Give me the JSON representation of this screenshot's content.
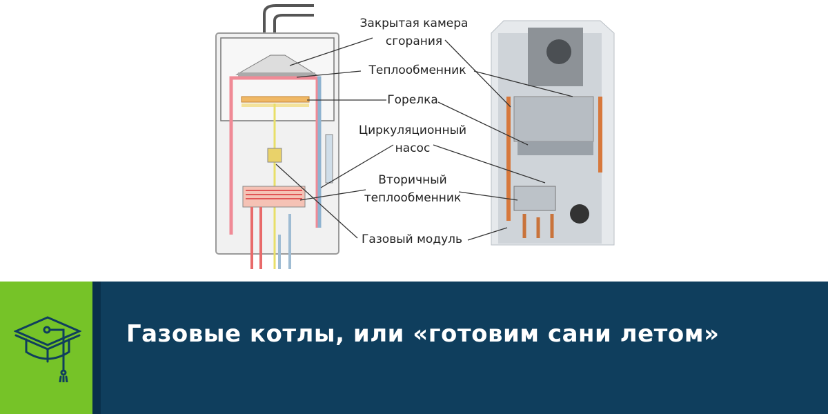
{
  "diagram": {
    "labels": [
      {
        "id": "combustion-chamber",
        "lines": [
          "Закрытая камера",
          "сгорания"
        ]
      },
      {
        "id": "heat-exchanger",
        "lines": [
          "Теплообменник"
        ]
      },
      {
        "id": "burner",
        "lines": [
          "Горелка"
        ]
      },
      {
        "id": "circulation-pump",
        "lines": [
          "Циркуляционный",
          "насос"
        ]
      },
      {
        "id": "secondary-heat-exchanger",
        "lines": [
          "Вторичный",
          "теплообменник"
        ]
      },
      {
        "id": "gas-module",
        "lines": [
          "Газовый модуль"
        ]
      }
    ]
  },
  "banner": {
    "title": "Газовые котлы, или «готовим сани летом»",
    "icon": "graduation-cap-icon",
    "colors": {
      "green": "#76c328",
      "navy": "#0f3e5d",
      "stripe": "#09304b"
    }
  }
}
